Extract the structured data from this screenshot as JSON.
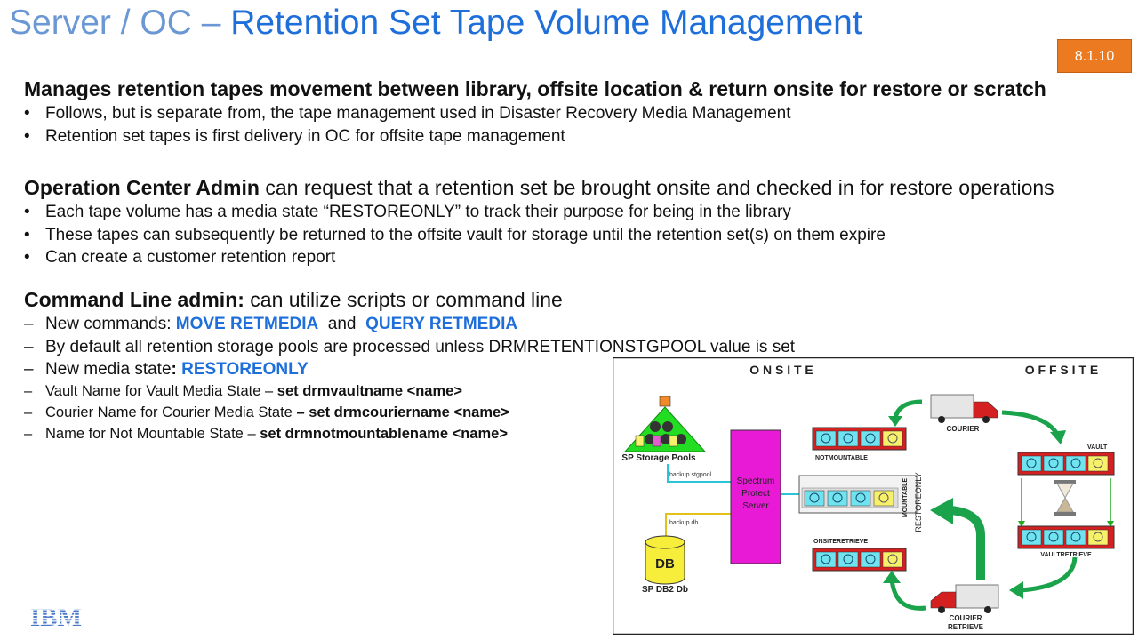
{
  "title": {
    "prefix": "Server / OC – ",
    "main": "Retention Set Tape Volume Management"
  },
  "version_badge": "8.1.10",
  "section1": {
    "heading": "Manages retention tapes movement between library, offsite location & return onsite for restore or scratch",
    "bullets": [
      "Follows, but is separate from, the tape management used in Disaster Recovery Media Management",
      "Retention set tapes is first delivery in OC for offsite tape management"
    ]
  },
  "section2": {
    "heading_bold": "Operation Center Admin",
    "heading_rest": " can request that a retention set be brought onsite and checked in for restore operations",
    "bullets": [
      "Each tape volume has a media state “RESTOREONLY” to track their purpose for being in the library",
      "These tapes can subsequently be returned to the offsite vault for storage until the retention set(s) on them expire",
      "Can create a customer retention report"
    ]
  },
  "section3": {
    "heading_bold": "Command Line admin:",
    "heading_rest": " can utilize scripts or command line",
    "items": [
      {
        "text": "New commands: ",
        "highlight": "MOVE RETMEDIA",
        "mid": "  and  ",
        "highlight2": "QUERY RETMEDIA"
      },
      {
        "text": "By default all retention storage pools are processed unless DRMRETENTIONSTGPOOL value is set"
      },
      {
        "text": "New media state",
        "bold": ": ",
        "highlight": "RESTOREONLY"
      }
    ],
    "small_items": [
      {
        "text": "Vault Name for Vault Media State – ",
        "bold": "set drmvaultname <name>"
      },
      {
        "text": "Courier Name for Courier Media State ",
        "bold": "– set drmcouriername <name>"
      },
      {
        "text": "Name for Not Mountable State – ",
        "bold": "set drmnotmountablename <name>"
      }
    ]
  },
  "diagram": {
    "onsite": "O N S I T E",
    "offsite": "O F F S I T E",
    "storage_pools": "SP Storage Pools",
    "backup_stgpool": "backup stgpool ...",
    "backup_db": "backup db ...",
    "db": "DB",
    "db_caption": "SP DB2 Db",
    "server": [
      "Spectrum",
      "Protect",
      "Server"
    ],
    "not_mountable": "NOTMOUNTABLE",
    "mountable": "MOUNTABLE",
    "restoreonly": "RESTOREONLY",
    "onsite_retrieve": "ONSITERETRIEVE",
    "courier": "COURIER",
    "vault": "VAULT",
    "vault_retrieve": "VAULTRETRIEVE",
    "courier_retrieve": [
      "COURIER",
      "RETRIEVE"
    ]
  },
  "footer": {
    "logo": "IBM"
  },
  "colors": {
    "title_blue": "#1f6fdb",
    "badge_orange": "#ec7a20",
    "server_magenta": "#e81ad6",
    "arrow_green": "#1aa34a",
    "tape_red": "#d42020"
  }
}
